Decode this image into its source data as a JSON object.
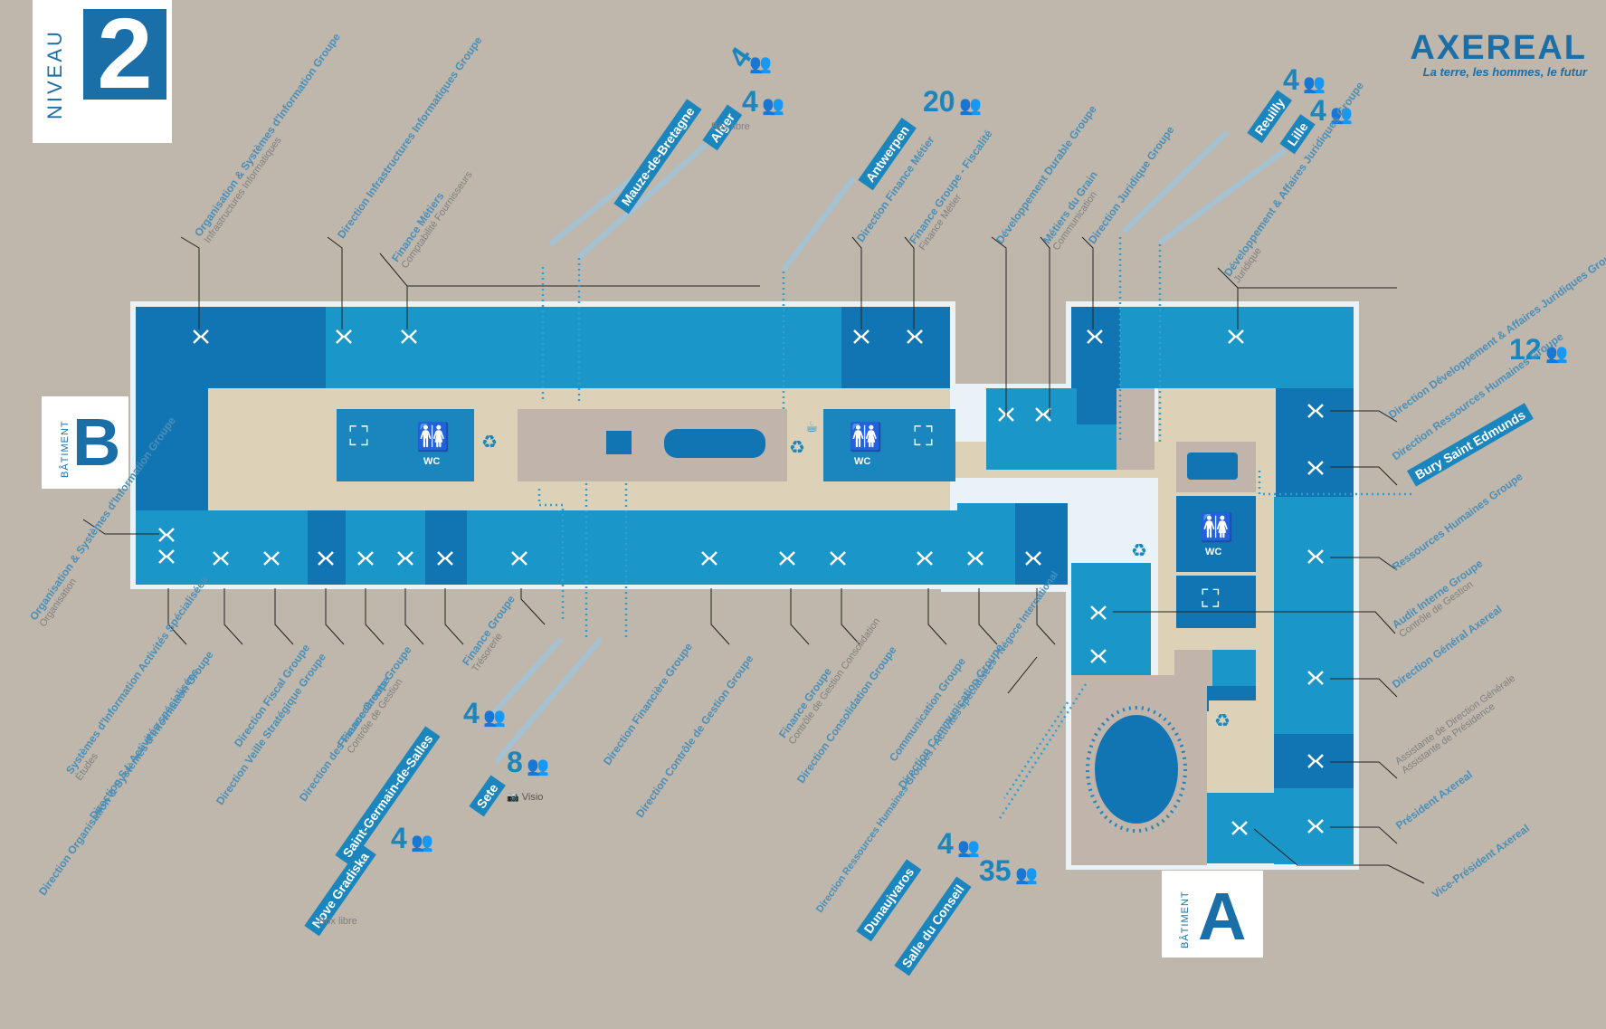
{
  "level": {
    "word": "NIVEAU",
    "number": "2"
  },
  "brand": {
    "name": "AXEREAL",
    "tagline": "La terre, les hommes, le futur"
  },
  "buildings": {
    "b": {
      "small": "BÂTIMENT",
      "letter": "B"
    },
    "a": {
      "small": "BÂTIMENT",
      "letter": "A"
    }
  },
  "amenities": {
    "wc": "WC"
  },
  "meeting_rooms": [
    {
      "name": "Mauze-de-Bretagne",
      "capacity": "4"
    },
    {
      "name": "Alger",
      "capacity": "4",
      "note": "Box libre"
    },
    {
      "name": "Antwerpen",
      "capacity": "20"
    },
    {
      "name": "Reuilly",
      "capacity": "4"
    },
    {
      "name": "Lille",
      "capacity": "4"
    },
    {
      "name": "Bury Saint Edmunds",
      "capacity": "12"
    },
    {
      "name": "Saint-Germain-de-Salles",
      "capacity": "4"
    },
    {
      "name": "Sete",
      "capacity": "8",
      "note": "Visio"
    },
    {
      "name": "Nove Gradiska",
      "capacity": "4",
      "note": "Box libre"
    },
    {
      "name": "Dunaujvaros",
      "capacity": "4"
    },
    {
      "name": "Salle du Conseil",
      "capacity": "35"
    }
  ],
  "offices_top": [
    {
      "title": "Organisation & Systèmes d'Information Groupe",
      "sub": "Infrastructures Informatiques"
    },
    {
      "title": "Direction Infrastructures Informatiques Groupe",
      "sub": ""
    },
    {
      "title": "Finance Métiers",
      "sub": "Comptabilité Fournisseurs"
    },
    {
      "title": "Direction Finance Métier",
      "sub": ""
    },
    {
      "title": "Finance Groupe - Fiscalité",
      "sub": "Finance Métier"
    },
    {
      "title": "Développement Durable Groupe",
      "sub": ""
    },
    {
      "title": "Métiers du Grain",
      "sub": "Communication"
    },
    {
      "title": "Direction Juridique Groupe",
      "sub": ""
    },
    {
      "title": "Développement & Affaires Juridiques Groupe",
      "sub": "Juridique"
    }
  ],
  "offices_right": [
    {
      "title": "Direction Développement & Affaires Juridiques Groupe",
      "sub": ""
    },
    {
      "title": "Direction Ressources Humaines Groupe",
      "sub": ""
    },
    {
      "title": "Ressources Humaines Groupe",
      "sub": ""
    },
    {
      "title": "Audit Interne Groupe",
      "sub": "Contrôle de Gestion"
    },
    {
      "title": "Direction Général Axereal",
      "sub": ""
    },
    {
      "title": "Assistante de Direction Générale",
      "sub": "Assistante de Présidence"
    },
    {
      "title": "Président Axereal",
      "sub": ""
    },
    {
      "title": "Vice-Président Axereal",
      "sub": ""
    }
  ],
  "offices_bottom": [
    {
      "title": "Organisation & Systèmes d'Information Groupe",
      "sub": "Organisation"
    },
    {
      "title": "Systèmes d'Information Activités Spécialisées",
      "sub": "Études"
    },
    {
      "title": "Direction S.I. Activités spécialisées",
      "sub": ""
    },
    {
      "title": "Direction Organisation & Systèmes d'Information Groupe",
      "sub": ""
    },
    {
      "title": "Direction Fiscal Groupe",
      "sub": ""
    },
    {
      "title": "Direction Veille Stratégique Groupe",
      "sub": ""
    },
    {
      "title": "Finance Groupe",
      "sub": "Contrôle de Gestion"
    },
    {
      "title": "Direction des Financements Groupe",
      "sub": ""
    },
    {
      "title": "Finance Groupe",
      "sub": "Trésorerie"
    },
    {
      "title": "Direction Financière Groupe",
      "sub": ""
    },
    {
      "title": "Direction Contrôle de Gestion Groupe",
      "sub": ""
    },
    {
      "title": "Finance Groupe",
      "sub": "Contrôle de Gestion Consolidation"
    },
    {
      "title": "Direction Consolidation Groupe",
      "sub": ""
    },
    {
      "title": "Communication Groupe",
      "sub": ""
    },
    {
      "title": "Direction Communication Groupe",
      "sub": ""
    },
    {
      "title": "Direction Ressources Humaines Groupes / Activités spécialisées / Négoce International",
      "sub": ""
    }
  ],
  "colors": {
    "background": "#bfb6ac",
    "office_dark": "#1275b3",
    "office_light": "#1a97c8",
    "corridor": "#ddd2b7",
    "meeting": "#c0b4ab",
    "accent": "#1a6fa8"
  }
}
